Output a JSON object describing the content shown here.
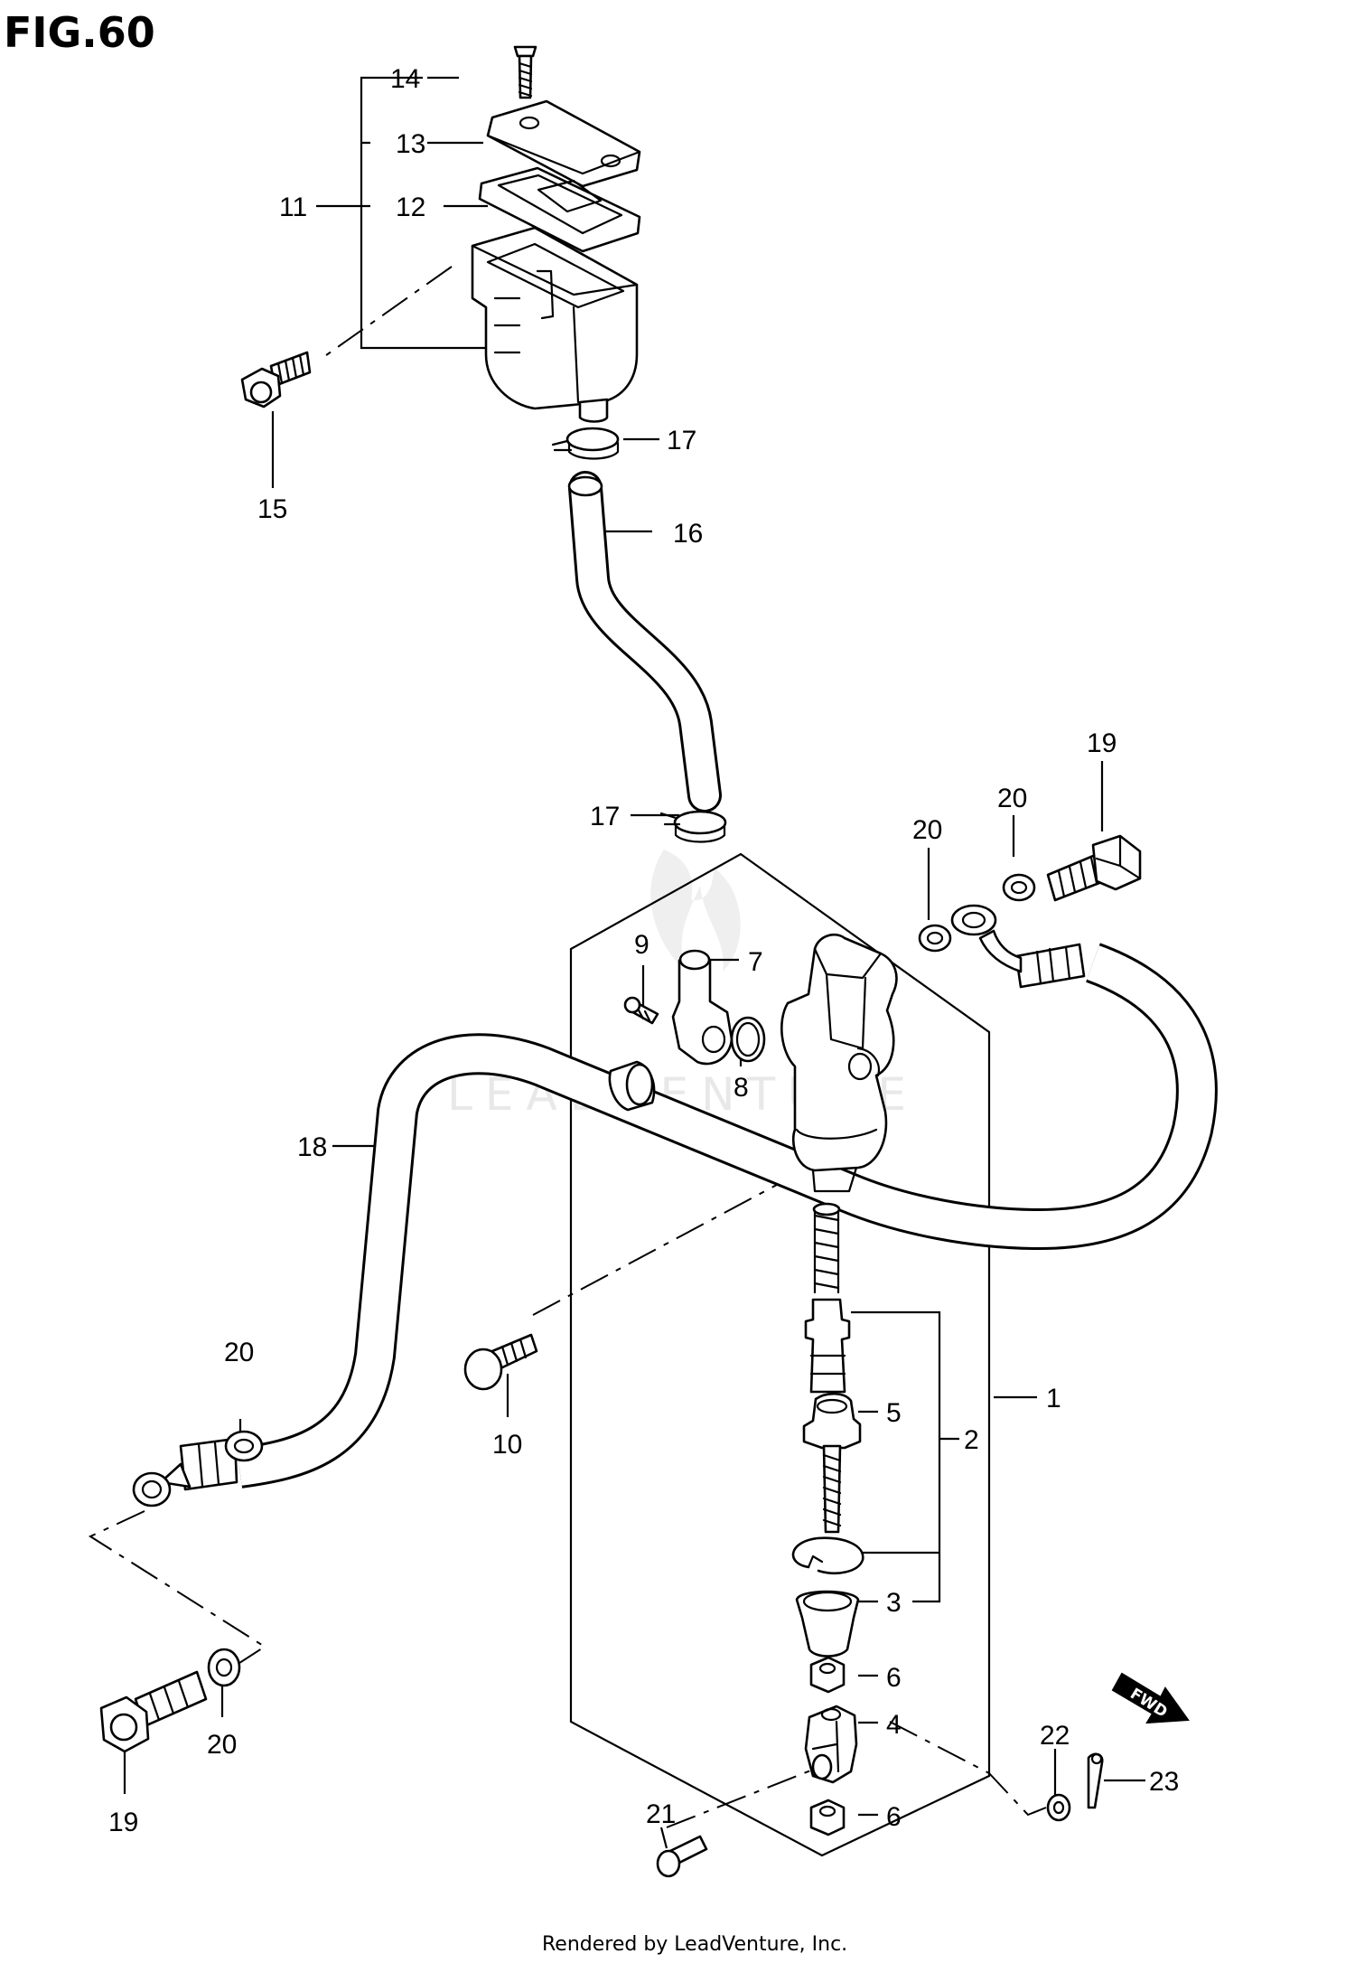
{
  "figure_title": "FIG.60",
  "footer": "Rendered by LeadVenture, Inc.",
  "watermark": "LEADVENTURE",
  "fwd_label": "FWD",
  "callouts": {
    "c1": "1",
    "c2": "2",
    "c3": "3",
    "c4": "4",
    "c5": "5",
    "c6a": "6",
    "c6b": "6",
    "c7": "7",
    "c8": "8",
    "c9": "9",
    "c10": "10",
    "c11": "11",
    "c12": "12",
    "c13": "13",
    "c14": "14",
    "c15": "15",
    "c16": "16",
    "c17a": "17",
    "c17b": "17",
    "c18": "18",
    "c19a": "19",
    "c19b": "19",
    "c20a": "20",
    "c20b": "20",
    "c20c": "20",
    "c20d": "20",
    "c21": "21",
    "c22": "22",
    "c23": "23"
  }
}
